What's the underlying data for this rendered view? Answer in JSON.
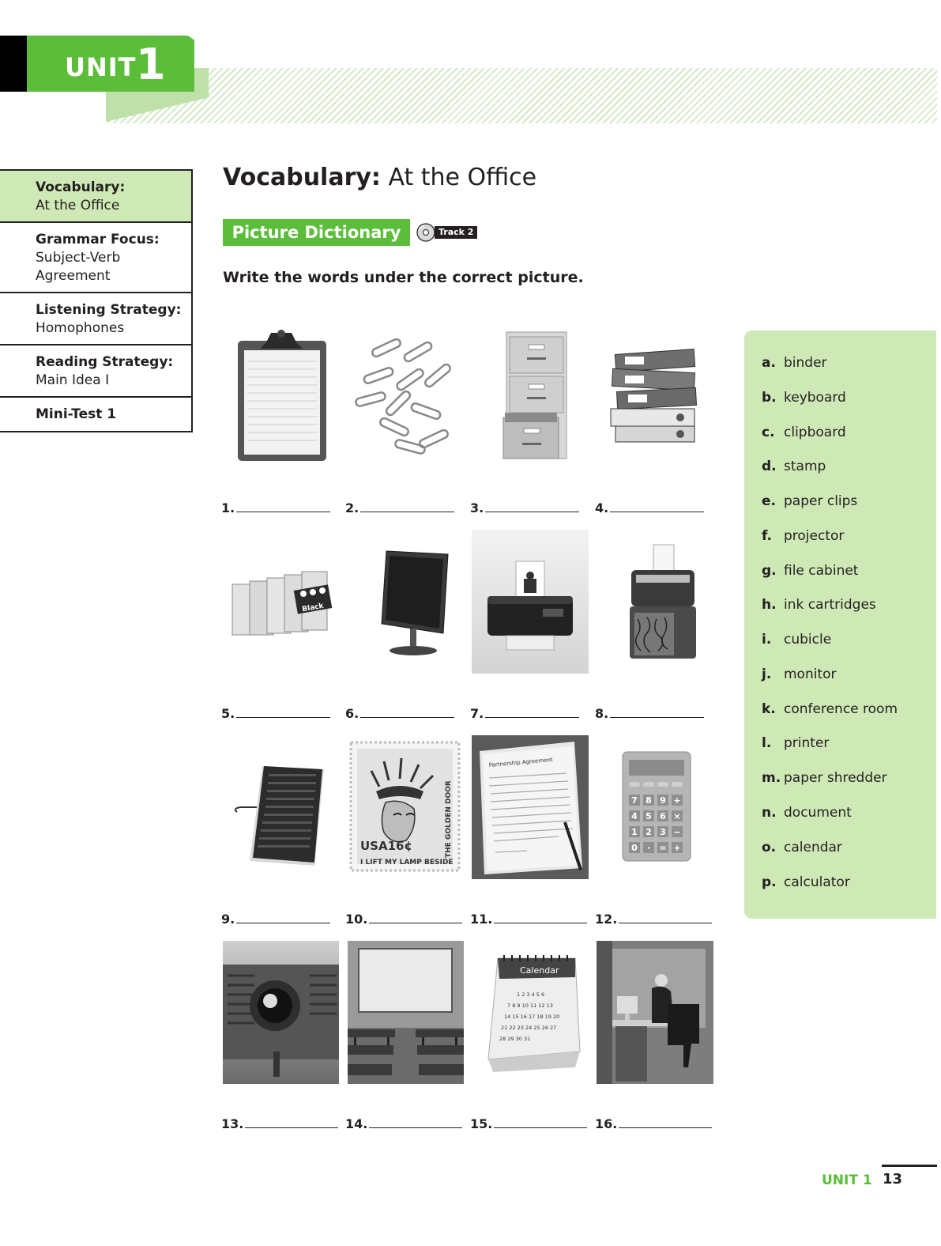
{
  "header": {
    "unit_label": "UNIT",
    "unit_number": "1"
  },
  "sidebar": {
    "items": [
      {
        "title": "Vocabulary:",
        "sub": "At the Office",
        "active": true
      },
      {
        "title": "Grammar Focus:",
        "sub": "Subject-Verb Agreement"
      },
      {
        "title": "Listening Strategy:",
        "sub": "Homophones"
      },
      {
        "title": "Reading Strategy:",
        "sub": "Main Idea I"
      },
      {
        "title": "Mini-Test 1",
        "sub": ""
      }
    ]
  },
  "main": {
    "title_bold": "Vocabulary:",
    "title_rest": " At the Office",
    "badge": "Picture Dictionary",
    "track": "Track 2",
    "instructions": "Write the words under the correct picture."
  },
  "answers": [
    "1.",
    "2.",
    "3.",
    "4.",
    "5.",
    "6.",
    "7.",
    "8.",
    "9.",
    "10.",
    "11.",
    "12.",
    "13.",
    "14.",
    "15.",
    "16."
  ],
  "pictures": [
    "clipboard-image",
    "paper-clips-image",
    "file-cabinet-image",
    "binders-image",
    "ink-cartridges-image",
    "monitor-image",
    "printer-image",
    "paper-shredder-image",
    "keyboard-image",
    "stamp-image",
    "document-image",
    "calculator-image",
    "projector-image",
    "conference-room-image",
    "calendar-image",
    "cubicle-image"
  ],
  "picture_text": {
    "cartridge_label": "Black",
    "stamp_price": "USA16¢",
    "stamp_bottom": "I LIFT MY LAMP BESIDE",
    "stamp_side": "THE GOLDEN DOOR",
    "document_title": "Partnership Agreement",
    "calendar_title": "Calendar",
    "calendar_rows": [
      "1  2  3  4  5  6",
      "7  8  9  10  11  12  13",
      "14  15  16  17  18  19  20",
      "21  22  23  24  25  26  27",
      "28  29  30  31"
    ],
    "calculator_keys": [
      "7",
      "8",
      "9",
      "+",
      "4",
      "5",
      "6",
      "×",
      "1",
      "2",
      "3",
      "−",
      "0",
      "·",
      "=",
      "+"
    ]
  },
  "word_bank": [
    {
      "letter": "a.",
      "word": "binder"
    },
    {
      "letter": "b.",
      "word": "keyboard"
    },
    {
      "letter": "c.",
      "word": "clipboard"
    },
    {
      "letter": "d.",
      "word": "stamp"
    },
    {
      "letter": "e.",
      "word": "paper clips"
    },
    {
      "letter": "f.",
      "word": "projector"
    },
    {
      "letter": "g.",
      "word": "file cabinet"
    },
    {
      "letter": "h.",
      "word": "ink cartridges"
    },
    {
      "letter": "i.",
      "word": "cubicle"
    },
    {
      "letter": "j.",
      "word": "monitor"
    },
    {
      "letter": "k.",
      "word": "conference room"
    },
    {
      "letter": "l.",
      "word": "printer"
    },
    {
      "letter": "m.",
      "word": "paper shredder"
    },
    {
      "letter": "n.",
      "word": "document"
    },
    {
      "letter": "o.",
      "word": "calendar"
    },
    {
      "letter": "p.",
      "word": "calculator"
    }
  ],
  "footer": {
    "unit": "UNIT 1",
    "page": "13"
  },
  "colors": {
    "accent_green": "#5bbd3a",
    "light_green": "#cfe9b6",
    "text": "#231f20"
  }
}
